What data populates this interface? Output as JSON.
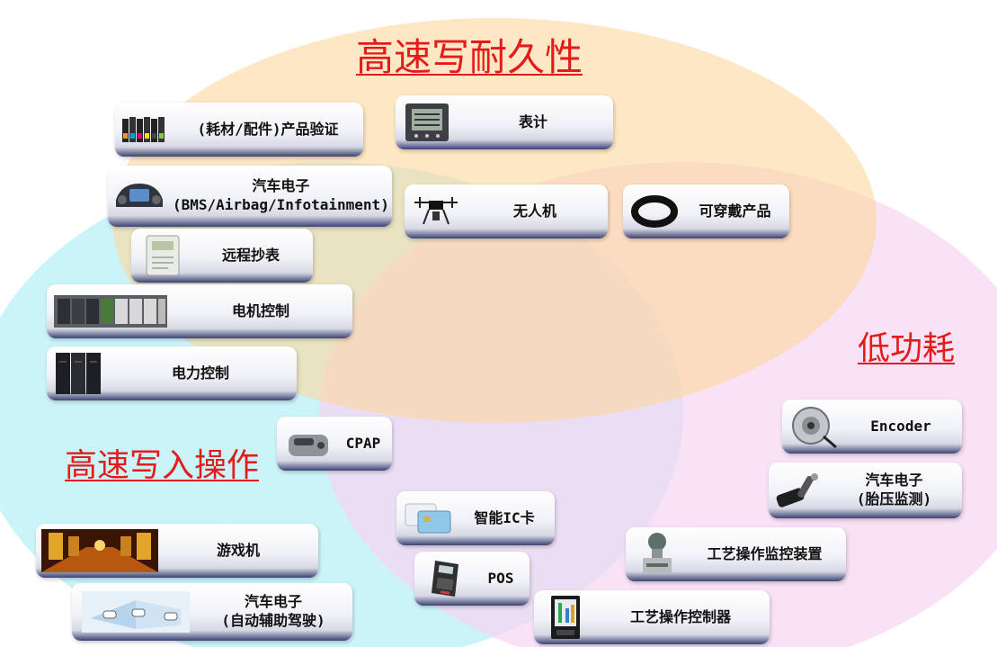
{
  "headings": {
    "top": "高速写耐久性",
    "right": "低功耗",
    "left": "高速写入操作"
  },
  "colors": {
    "top_region": "#fbe1b4",
    "left_region": "#c9f4f8",
    "right_region": "#f9ddf6",
    "heading": "#e41b1b",
    "card_bar": "#3b4373"
  },
  "applications": [
    {
      "id": "consumables",
      "label": "(耗材/配件)产品验证",
      "icon": "ink-cartridges-icon"
    },
    {
      "id": "meter",
      "label": "表计",
      "icon": "panel-meter-icon"
    },
    {
      "id": "automotive",
      "label": "汽车电子\n(BMS/Airbag/Infotainment)",
      "icon": "car-dashboard-icon"
    },
    {
      "id": "drone",
      "label": "无人机",
      "icon": "drone-icon"
    },
    {
      "id": "wearable",
      "label": "可穿戴产品",
      "icon": "wristband-icon"
    },
    {
      "id": "remote-reading",
      "label": "远程抄表",
      "icon": "electric-meter-icon"
    },
    {
      "id": "motor-control",
      "label": "电机控制",
      "icon": "plc-rack-icon"
    },
    {
      "id": "power-control",
      "label": "电力控制",
      "icon": "power-cabinet-icon"
    },
    {
      "id": "cpap",
      "label": "CPAP",
      "icon": "cpap-device-icon"
    },
    {
      "id": "encoder",
      "label": "Encoder",
      "icon": "rotary-encoder-icon"
    },
    {
      "id": "tpms",
      "label": "汽车电子\n(胎压监测)",
      "icon": "tire-valve-sensor-icon"
    },
    {
      "id": "smart-card",
      "label": "智能IC卡",
      "icon": "ic-card-icon"
    },
    {
      "id": "gaming",
      "label": "游戏机",
      "icon": "slot-machines-icon"
    },
    {
      "id": "pos",
      "label": "POS",
      "icon": "pos-terminal-icon"
    },
    {
      "id": "process-monitor",
      "label": "工艺操作监控装置",
      "icon": "pressure-transmitter-icon"
    },
    {
      "id": "adas",
      "label": "汽车电子\n(自动辅助驾驶)",
      "icon": "driver-assistance-icon"
    },
    {
      "id": "process-controller",
      "label": "工艺操作控制器",
      "icon": "process-controller-icon"
    }
  ]
}
